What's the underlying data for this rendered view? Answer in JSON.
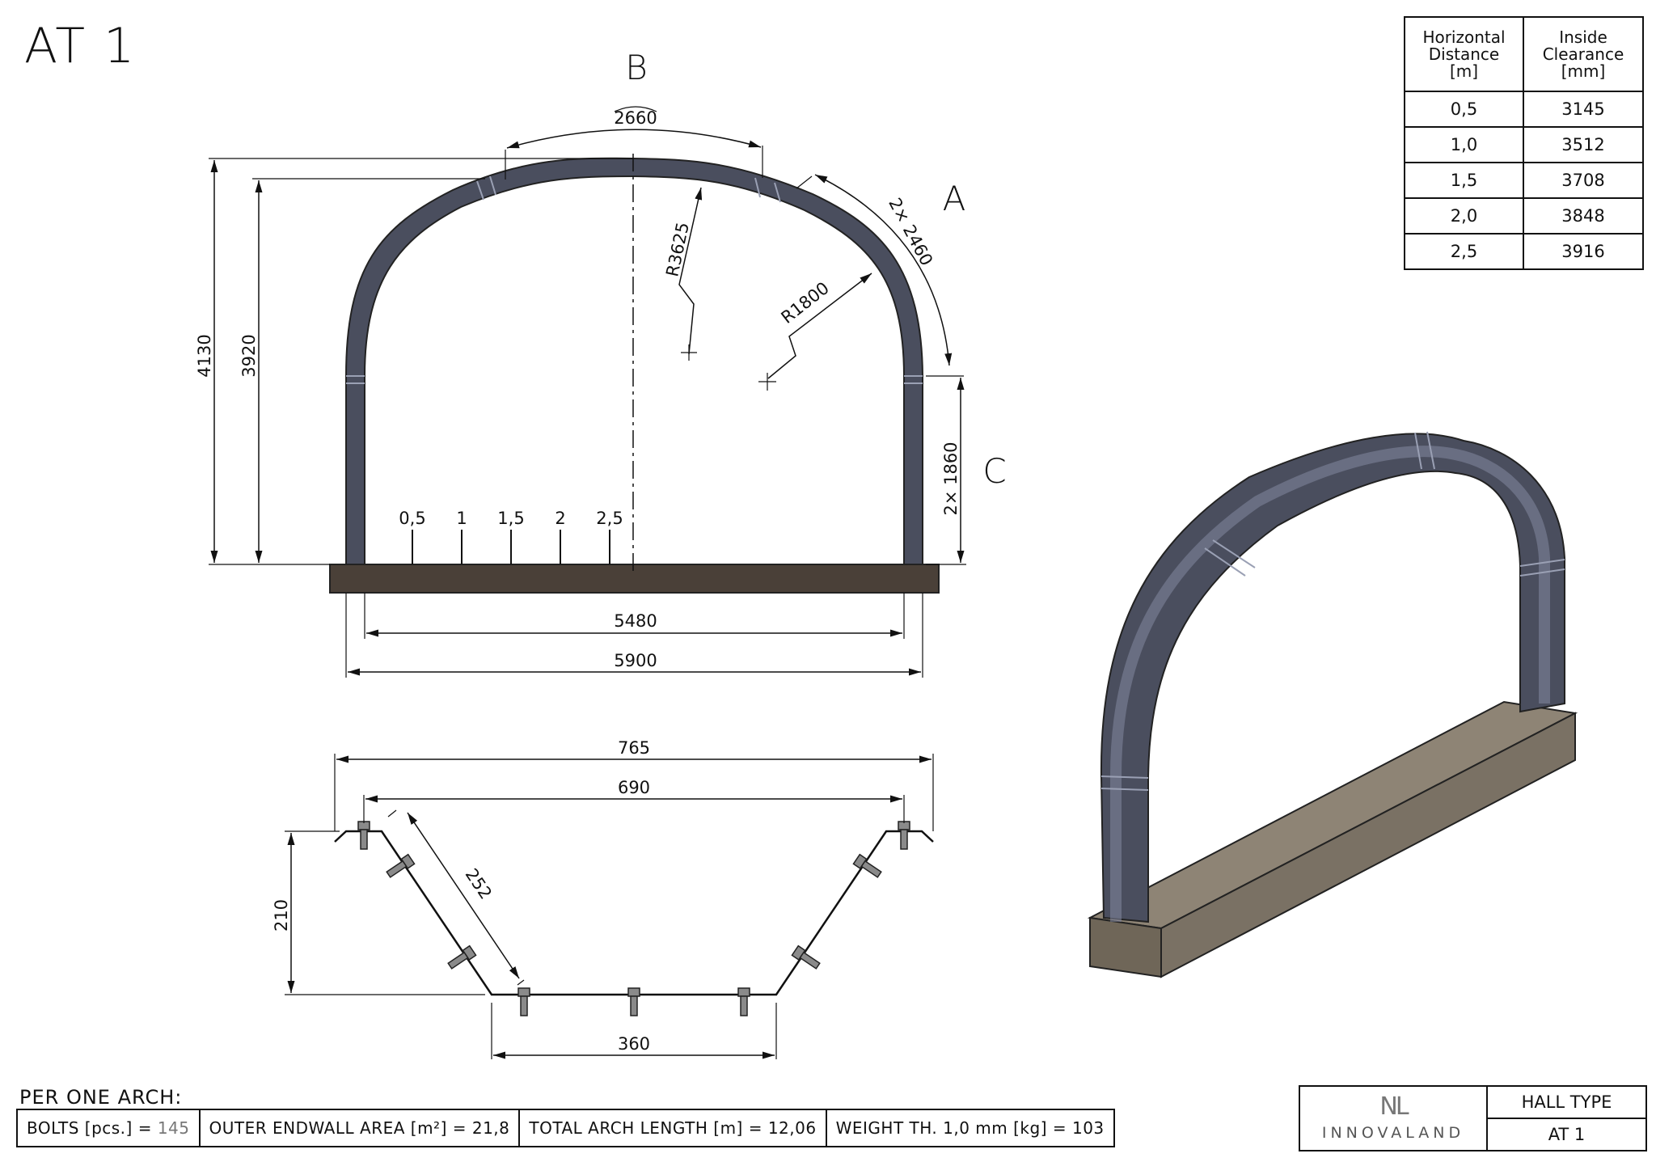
{
  "sheet": {
    "title": "AT 1"
  },
  "views": {
    "elevation": {
      "section_labels": {
        "a": "A",
        "b": "B",
        "c": "C"
      },
      "dimensions": {
        "crown_arc": "2660",
        "side_arc": "2× 2460",
        "crown_radius": "R3625",
        "side_radius": "R1800",
        "total_height": "4130",
        "inside_height": "3920",
        "wall_height": "2× 1860",
        "inner_width": "5480",
        "outer_width": "5900"
      },
      "distance_marks": [
        "0,5",
        "1",
        "1,5",
        "2",
        "2,5"
      ]
    },
    "profile": {
      "dimensions": {
        "top_outer": "765",
        "top_inner": "690",
        "slant": "252",
        "depth": "210",
        "bottom": "360"
      }
    }
  },
  "clearance_table": {
    "headers": [
      [
        "Horizontal",
        "Distance",
        "[m]"
      ],
      [
        "Inside",
        "Clearance",
        "[mm]"
      ]
    ],
    "rows": [
      [
        "0,5",
        "3145"
      ],
      [
        "1,0",
        "3512"
      ],
      [
        "1,5",
        "3708"
      ],
      [
        "2,0",
        "3848"
      ],
      [
        "2,5",
        "3916"
      ]
    ]
  },
  "summary": {
    "heading": "PER ONE ARCH:",
    "items": [
      {
        "label": "BOLTS [pcs.] =",
        "value": "145"
      },
      {
        "label": "OUTER ENDWALL AREA [m²] =",
        "value": "21,8"
      },
      {
        "label": "TOTAL ARCH LENGTH [m] =",
        "value": "12,06"
      },
      {
        "label": "WEIGHT TH. 1,0 mm [kg] =",
        "value": "103"
      }
    ]
  },
  "title_block": {
    "logo_mark": "NL",
    "company": "INNOVALAND",
    "field_label": "HALL TYPE",
    "field_value": "AT 1"
  },
  "colors": {
    "steel": "#4a4e5e",
    "steel_light": "#6a6e82",
    "foundation": "#4a4038",
    "foundation_iso": "#8e8475"
  }
}
